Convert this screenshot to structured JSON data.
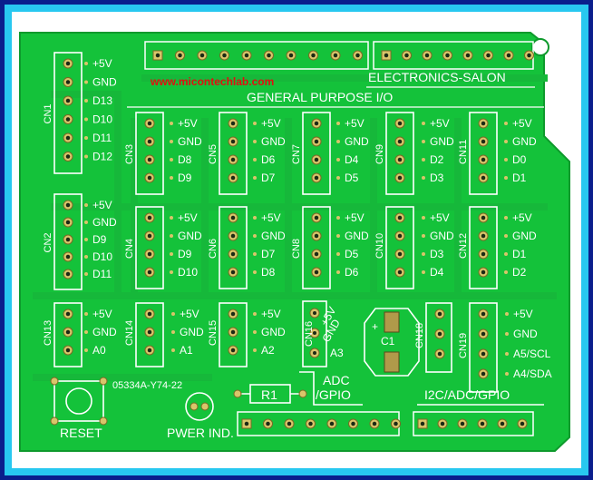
{
  "image": {
    "description_colors": {
      "frame_outer": "#0a1e8c",
      "frame_inner": "#28c8f0",
      "pcb_green": "#14c23a",
      "pcb_dark": "#0e9a2c",
      "silkscreen": "#ffffff",
      "pad_gold": "#d9c56a",
      "url_red": "#e01010"
    }
  },
  "board": {
    "watermark_url": "www.micontechlab.com",
    "brand": "ELECTRONICS-SALON",
    "section_title": "GENERAL PURPOSE I/O",
    "part_number": "05334A-Y74-22",
    "reset_label": "RESET",
    "power_label": "PWER IND.",
    "resistor_label": "R1",
    "capacitor_label": "C1",
    "adc_label_1": "ADC",
    "adc_label_2": "/GPIO",
    "i2c_label": "I2C/ADC/GPIO",
    "cn16_top": "+5V",
    "cn16_mid": "GND",
    "cn16_bot": "A3"
  },
  "connectors": [
    {
      "id": "CN1",
      "pins": [
        "+5V",
        "GND",
        "D13",
        "D10",
        "D11",
        "D12"
      ]
    },
    {
      "id": "CN2",
      "pins": [
        "+5V",
        "GND",
        "D9",
        "D10",
        "D11"
      ]
    },
    {
      "id": "CN3",
      "pins": [
        "+5V",
        "GND",
        "D8",
        "D9"
      ]
    },
    {
      "id": "CN4",
      "pins": [
        "+5V",
        "GND",
        "D9",
        "D10"
      ]
    },
    {
      "id": "CN5",
      "pins": [
        "+5V",
        "GND",
        "D6",
        "D7"
      ]
    },
    {
      "id": "CN6",
      "pins": [
        "+5V",
        "GND",
        "D7",
        "D8"
      ]
    },
    {
      "id": "CN7",
      "pins": [
        "+5V",
        "GND",
        "D4",
        "D5"
      ]
    },
    {
      "id": "CN8",
      "pins": [
        "+5V",
        "GND",
        "D5",
        "D6"
      ]
    },
    {
      "id": "CN9",
      "pins": [
        "+5V",
        "GND",
        "D2",
        "D3"
      ]
    },
    {
      "id": "CN10",
      "pins": [
        "+5V",
        "GND",
        "D3",
        "D4"
      ]
    },
    {
      "id": "CN11",
      "pins": [
        "+5V",
        "GND",
        "D0",
        "D1"
      ]
    },
    {
      "id": "CN12",
      "pins": [
        "+5V",
        "GND",
        "D1",
        "D2"
      ]
    },
    {
      "id": "CN13",
      "pins": [
        "+5V",
        "GND",
        "A0"
      ]
    },
    {
      "id": "CN14",
      "pins": [
        "+5V",
        "GND",
        "A1"
      ]
    },
    {
      "id": "CN15",
      "pins": [
        "+5V",
        "GND",
        "A2"
      ]
    },
    {
      "id": "CN18",
      "pins": []
    },
    {
      "id": "CN19",
      "pins": [
        "+5V",
        "GND",
        "A5/SCL",
        "A4/SDA"
      ]
    }
  ]
}
